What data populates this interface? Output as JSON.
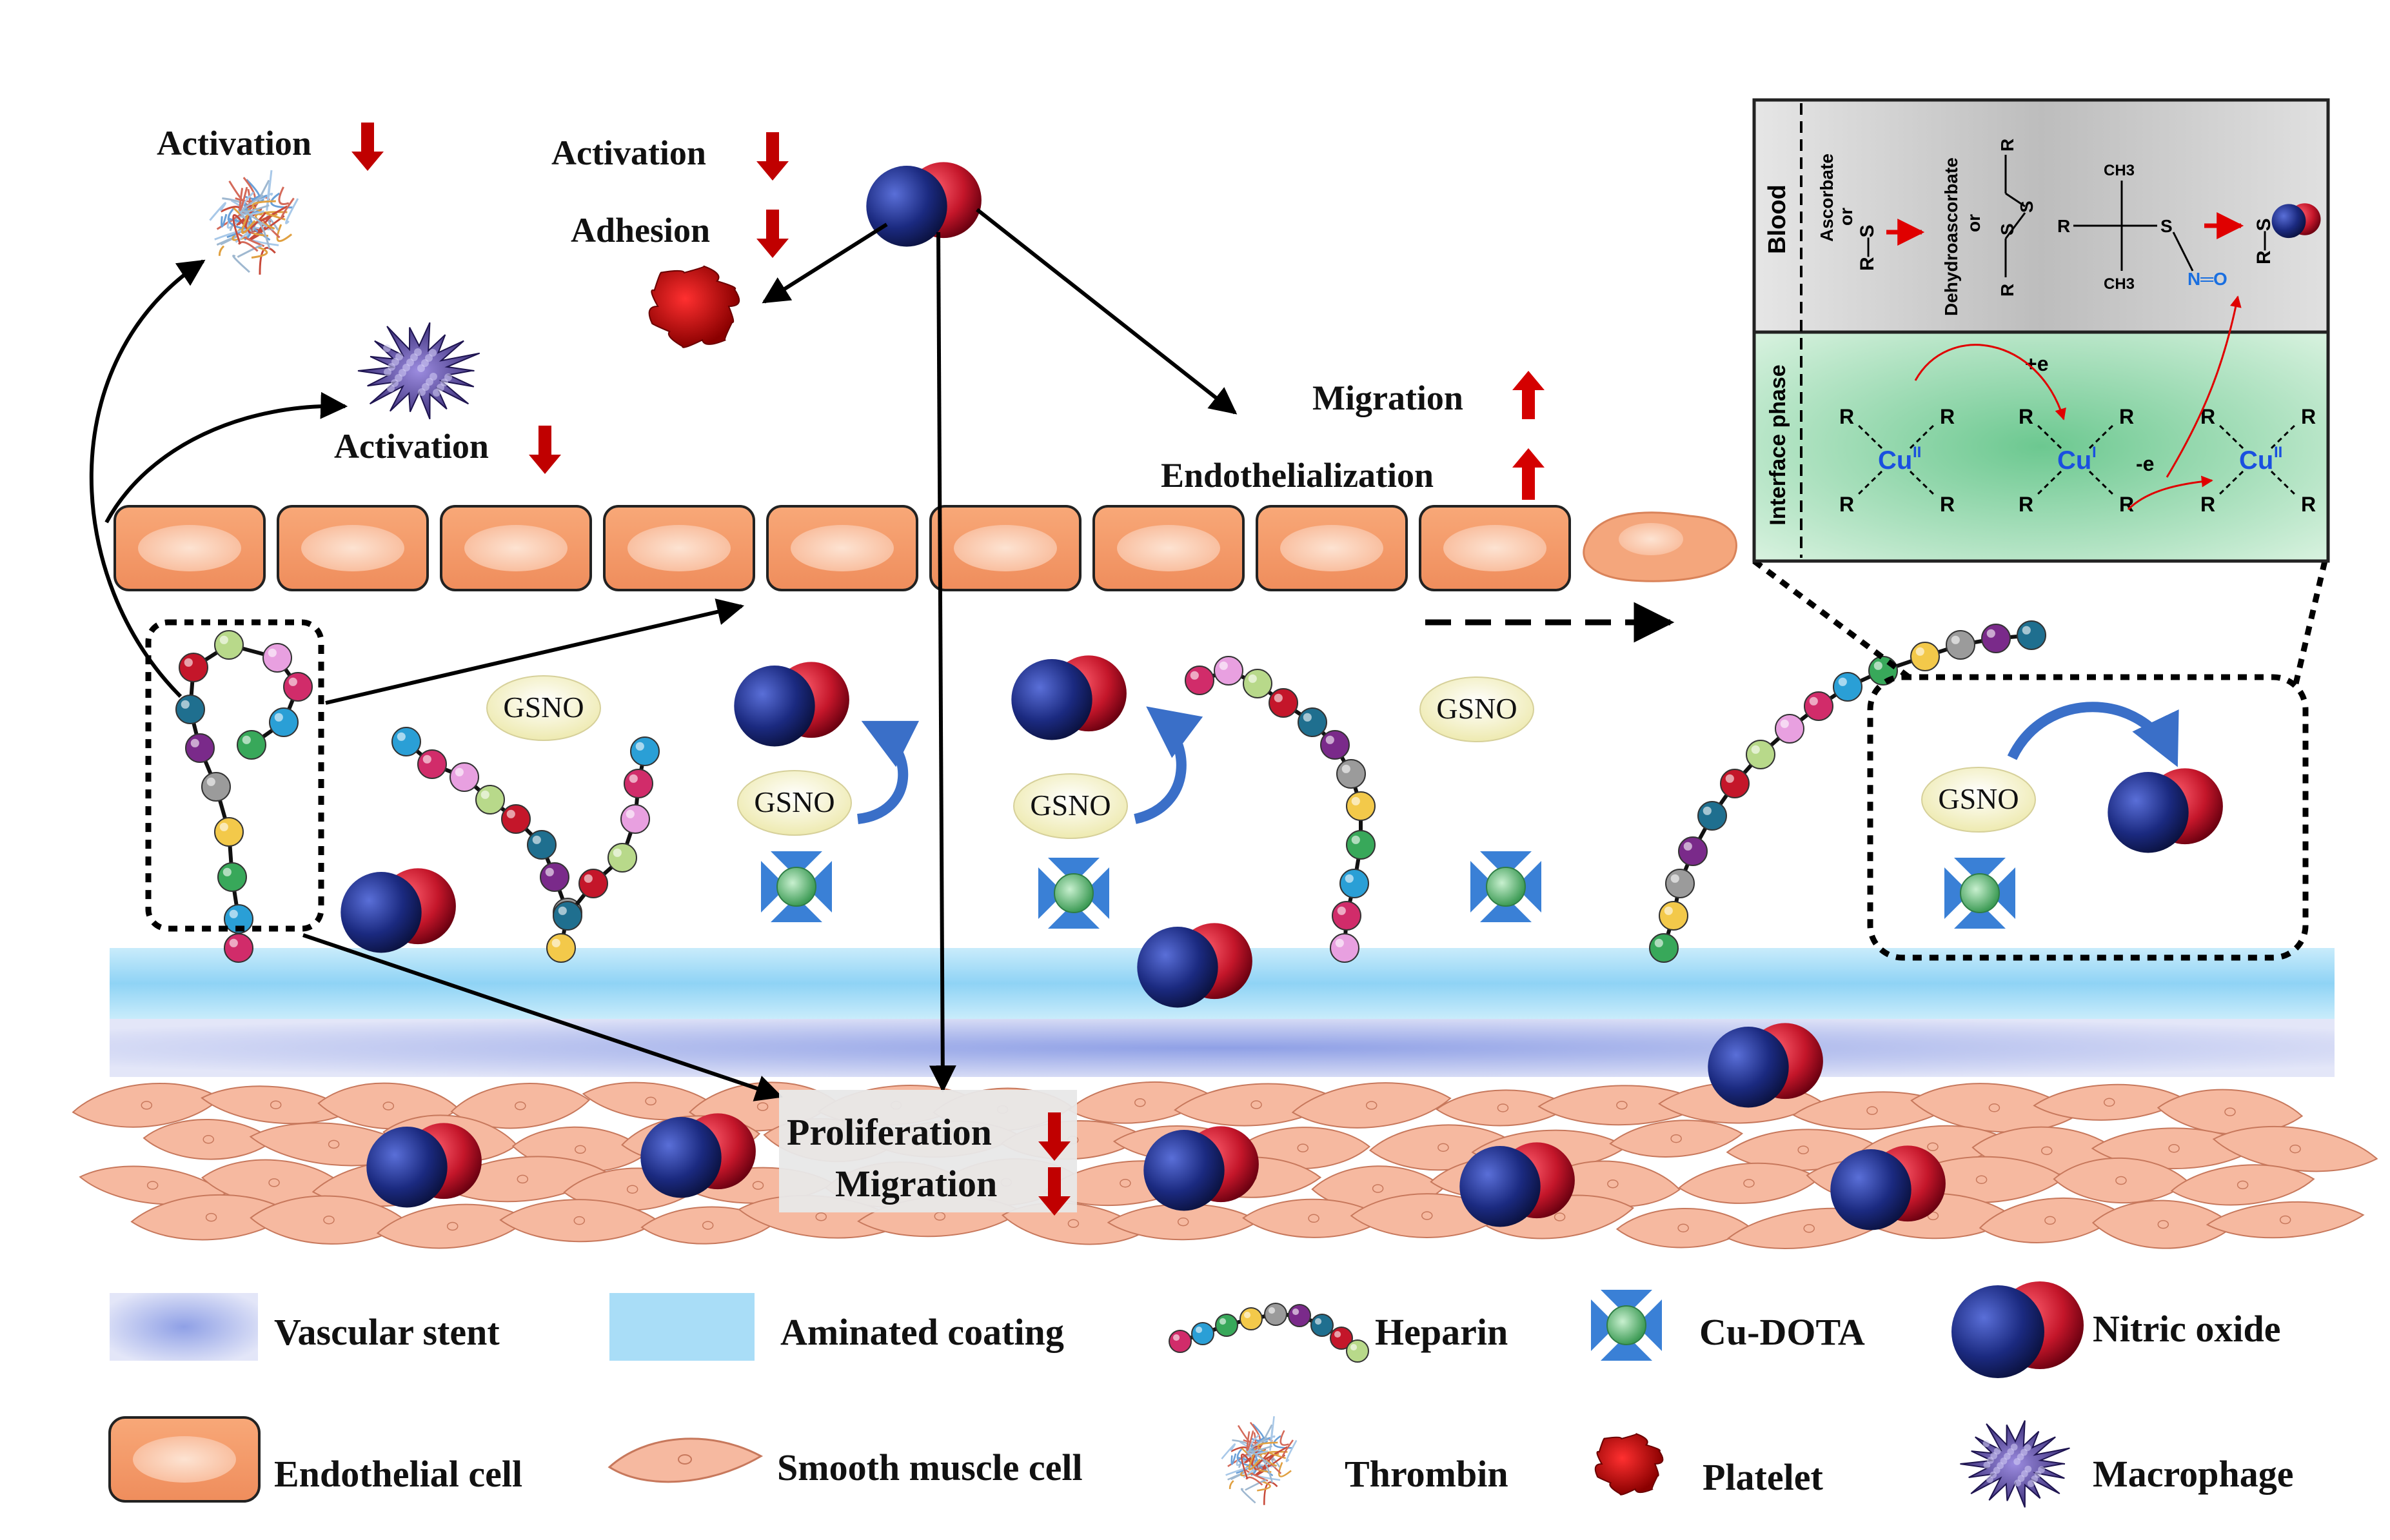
{
  "labels": {
    "thrombin_activation": "Activation",
    "platelet_activation": "Activation",
    "platelet_adhesion": "Adhesion",
    "macrophage_activation": "Activation",
    "ec_migration": "Migration",
    "ec_endothelialization": "Endothelialization",
    "smc_proliferation": "Proliferation",
    "smc_migration": "Migration",
    "gsno": "GSNO"
  },
  "inset": {
    "blood_label": "Blood",
    "interface_label": "Interface phase",
    "ascorbate": "Ascorbate",
    "or": "or",
    "rs_minus": "R—S",
    "dehydroascorbate": "Dehydroascorbate",
    "r": "R",
    "s": "S",
    "ch3": "CH3",
    "no_group": "N═O",
    "cu2": "Cu",
    "cu2_sup": "II",
    "cu1": "Cu",
    "cu1_sup": "I",
    "plus_e": "+e",
    "minus_e": "-e"
  },
  "legend": {
    "vascular_stent": "Vascular stent",
    "aminated_coating": "Aminated coating",
    "heparin": "Heparin",
    "cu_dota": "Cu-DOTA",
    "nitric_oxide": "Nitric oxide",
    "endothelial_cell": "Endothelial cell",
    "smooth_muscle_cell": "Smooth muscle cell",
    "thrombin": "Thrombin",
    "platelet": "Platelet",
    "macrophage": "Macrophage"
  },
  "colors": {
    "up_arrow": "#d40000",
    "down_arrow": "#c00000",
    "endothelial": "#f4a67c",
    "smc": "#f6b9a0",
    "coating": "#a9ddf7",
    "stent": "#a9b3ec",
    "no_blue": "#1b2a80",
    "no_red": "#c4162a",
    "gsno_fill": "#f5f3c8",
    "cu_dota_blue": "#3a80d6",
    "cu_dota_green": "#5fb86a",
    "blood_bg": "#cfcfcf",
    "interface_bg": "#a8e0b8"
  }
}
